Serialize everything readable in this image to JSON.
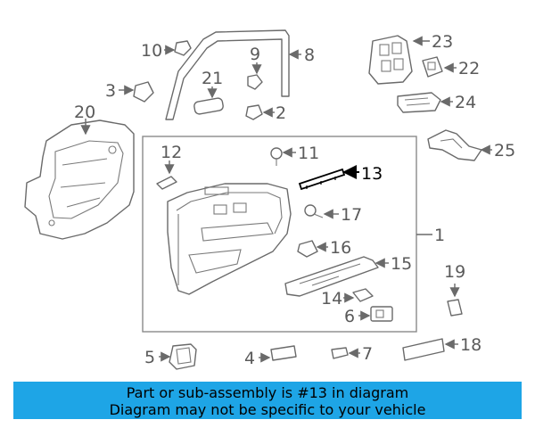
{
  "callouts": {
    "c1": "1",
    "c2": "2",
    "c3": "3",
    "c4": "4",
    "c5": "5",
    "c6": "6",
    "c7": "7",
    "c8": "8",
    "c9": "9",
    "c10": "10",
    "c11": "11",
    "c12": "12",
    "c13": "13",
    "c14": "14",
    "c15": "15",
    "c16": "16",
    "c17": "17",
    "c18": "18",
    "c19": "19",
    "c20": "20",
    "c21": "21",
    "c22": "22",
    "c23": "23",
    "c24": "24",
    "c25": "25"
  },
  "highlight_callout": "13",
  "colors": {
    "banner_bg": "#1ea5e6",
    "line": "#6a6a6a",
    "highlight": "#000000"
  },
  "banner": {
    "line1": "Part or sub-assembly is #13 in diagram",
    "line2": "Diagram may not be specific to your vehicle"
  }
}
